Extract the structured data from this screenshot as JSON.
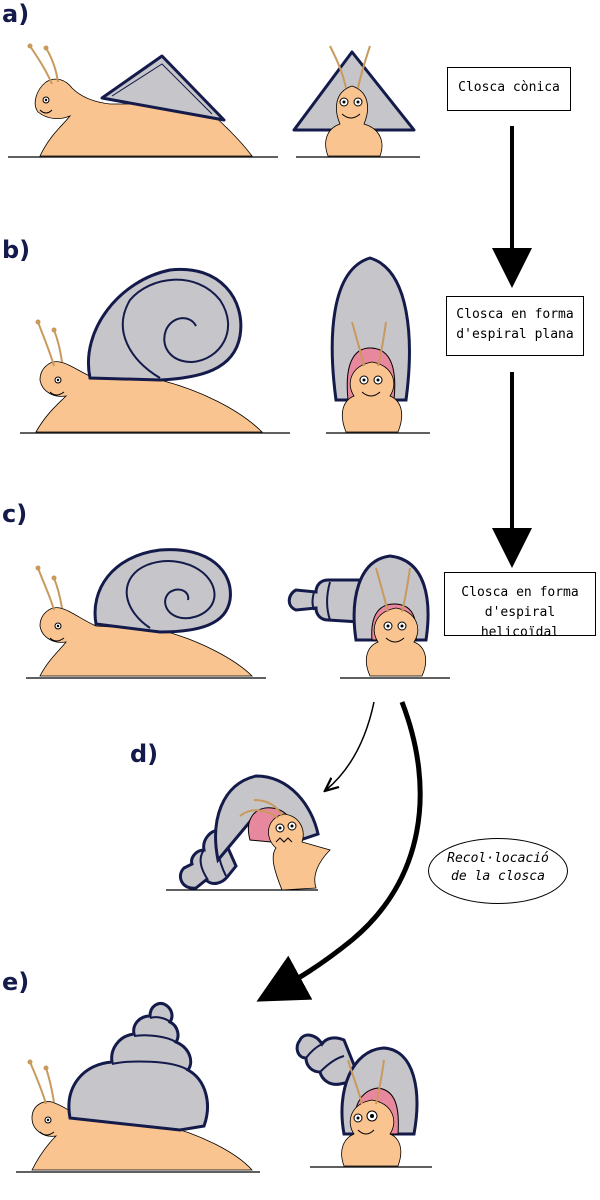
{
  "panels": {
    "a": "a)",
    "b": "b)",
    "c": "c)",
    "d": "d)",
    "e": "e)"
  },
  "stages": {
    "conical": "Closca cònica",
    "planispiral_line1": "Closca en forma",
    "planispiral_line2": "d'espiral plana",
    "helicoidal_line1": "Closca en forma",
    "helicoidal_line2": "d'espiral helicoïdal"
  },
  "relocation": {
    "line1": "Recol·locació",
    "line2": "de la closca"
  },
  "colors": {
    "body": "#f9c48f",
    "shell": "#c5c5ca",
    "outline": "#141a4a",
    "mantle": "#e7889e"
  }
}
